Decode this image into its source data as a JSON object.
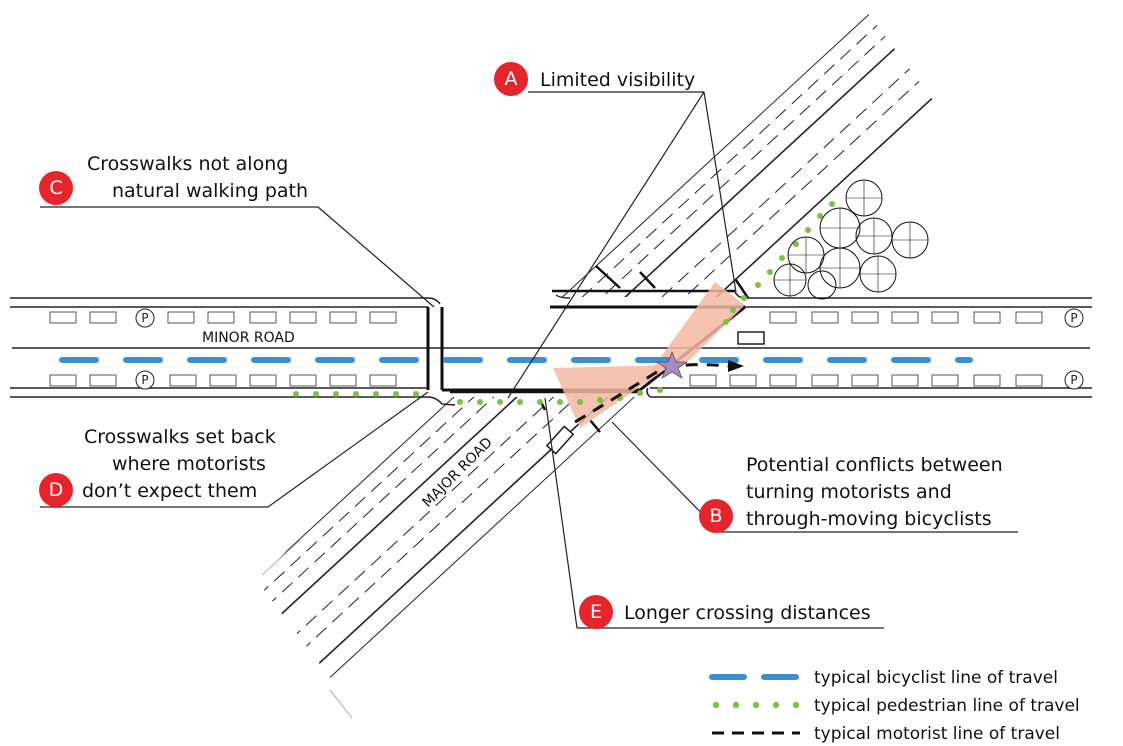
{
  "colors": {
    "badge": "#e4252b",
    "bicyclist": "#3f8fd0",
    "pedestrian": "#7bc143",
    "conflict_zone": "#f3b8a2",
    "conflict_star": "#a88ac4",
    "road_line": "#222222"
  },
  "roads": {
    "minor_label": "MINOR ROAD",
    "major_label": "MAJOR ROAD",
    "parking_symbol": "P"
  },
  "callouts": [
    {
      "letter": "A",
      "lines": [
        "Limited visibility"
      ]
    },
    {
      "letter": "B",
      "lines": [
        "Potential conflicts between",
        "turning motorists and",
        "through-moving bicyclists"
      ]
    },
    {
      "letter": "C",
      "lines": [
        "Crosswalks not along",
        "natural walking path"
      ]
    },
    {
      "letter": "D",
      "lines": [
        "Crosswalks set back",
        "where motorists",
        "don’t expect them"
      ]
    },
    {
      "letter": "E",
      "lines": [
        "Longer crossing distances"
      ]
    }
  ],
  "legend": [
    {
      "label": "typical bicyclist line of travel",
      "style": "bicyclist"
    },
    {
      "label": "typical pedestrian line of travel",
      "style": "pedestrian"
    },
    {
      "label": "typical motorist line of travel",
      "style": "motorist"
    }
  ]
}
